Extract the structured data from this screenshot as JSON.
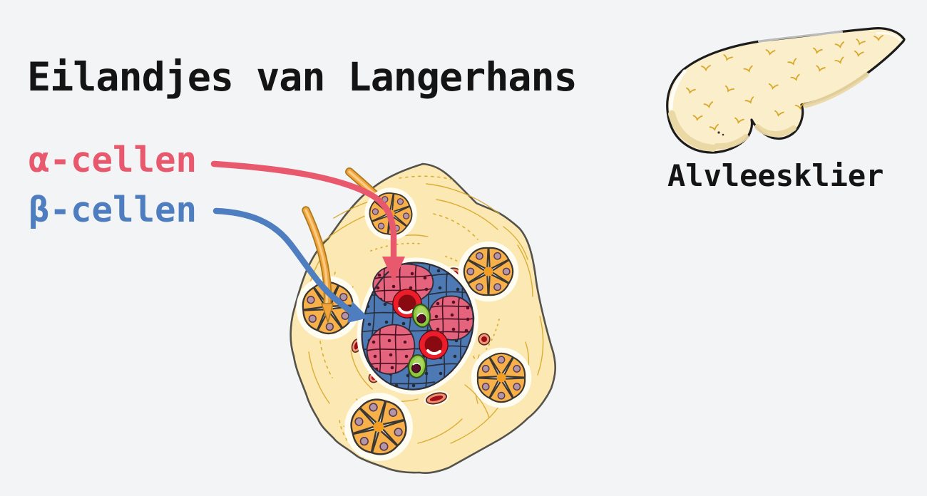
{
  "title": "Eilandjes van Langerhans",
  "annotations": {
    "alpha": {
      "label": "α-cellen",
      "color": "#e8596e",
      "points_to": "alpha-cells in islet"
    },
    "beta": {
      "label": "β-cellen",
      "color": "#4e7ec0",
      "points_to": "beta-cells in islet"
    }
  },
  "inset": {
    "label": "Alvleesklier"
  },
  "figure_colors": {
    "background": "#f3f4f6",
    "tissue_fill": "#fbe8b2",
    "tissue_outline": "#55524b",
    "texture_line": "#d9a728",
    "acinar_cell": "#f8b04a",
    "acinar_nucleus": "#b495a8",
    "duct": "#f2a33c",
    "islet_beta_cell_blue": "#4d79b5",
    "islet_alpha_cell_pink": "#e4647e",
    "delta_like_cell_green": "#8dc63f",
    "red_blood_cell": "#ed1c2a",
    "vessel_rim": "#f2977a"
  }
}
